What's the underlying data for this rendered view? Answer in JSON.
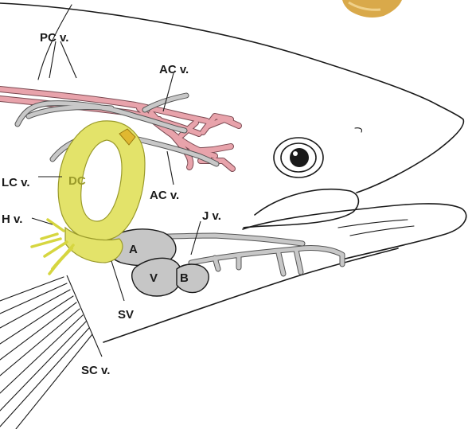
{
  "labels": {
    "pc_v": "PC v.",
    "ac_v_top": "AC v.",
    "ac_v_mid": "AC v.",
    "lc_v": "LC v.",
    "dc": "DC",
    "h_v": "H v.",
    "j_v": "J v.",
    "a": "A",
    "v": "V",
    "b": "B",
    "sv": "SV",
    "sc_v": "SC v."
  },
  "colors": {
    "venous_sinus_yellow": "#e3e36a",
    "vein_gray": "#c8c8c8",
    "artery_pink": "#e8a3ab",
    "heart_gray": "#c6c6c6",
    "outline": "#1a1a1a",
    "corner_gold": "#d9a94a"
  }
}
